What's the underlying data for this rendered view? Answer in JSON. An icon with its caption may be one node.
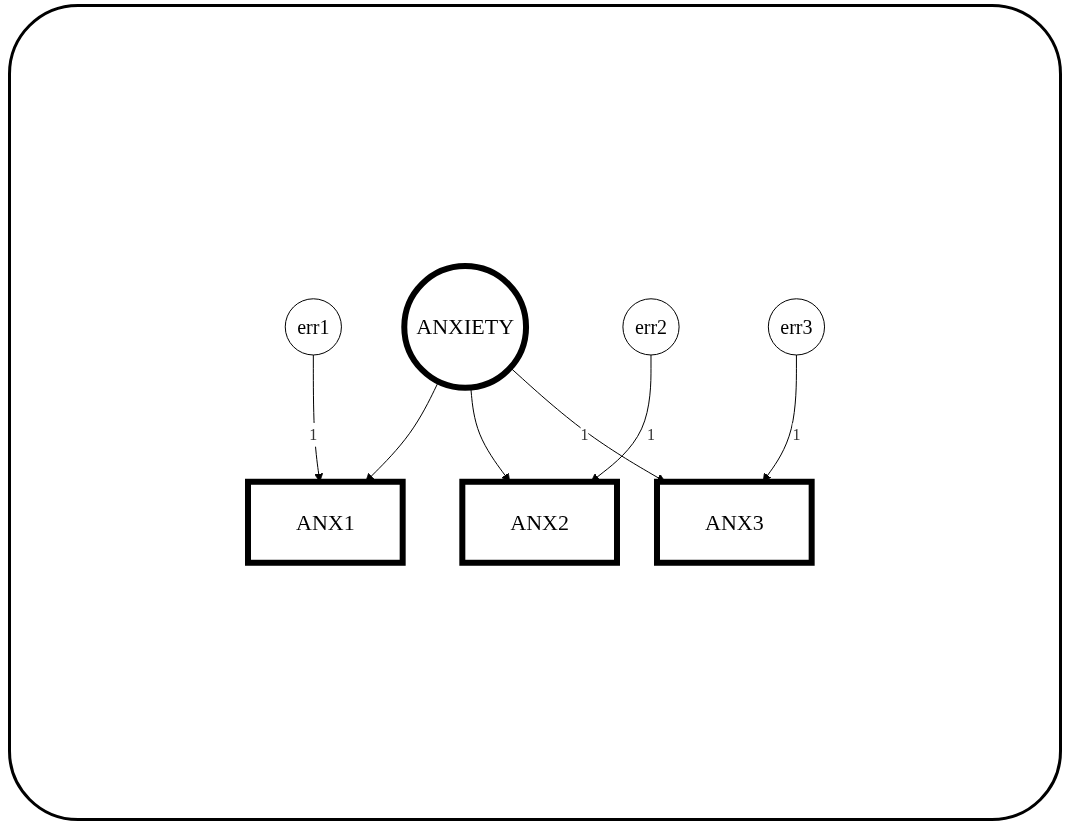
{
  "diagram": {
    "nodes": [
      {
        "text": [
          "ANXIETY"
        ]
      },
      {
        "text": [
          "ANX1"
        ]
      },
      {
        "text": [
          "ANX2"
        ]
      },
      {
        "text": [
          "ANX3"
        ]
      },
      {
        "text": [
          "err1"
        ]
      },
      {
        "text": [
          "err2"
        ]
      },
      {
        "text": [
          "err3"
        ]
      }
    ],
    "edges": [
      {
        "from": 0,
        "to": 1,
        "arrow": "to"
      },
      {
        "from": 0,
        "to": 2,
        "arrow": "to"
      },
      {
        "from": 0,
        "to": 3,
        "arrow": "to",
        "label": "1"
      },
      {
        "from": 4,
        "to": 1,
        "arrow": "to",
        "label": "1"
      },
      {
        "from": 5,
        "to": 2,
        "arrow": "to",
        "label": "1"
      },
      {
        "from": 6,
        "to": 3,
        "arrow": "to",
        "label": "1"
      }
    ]
  }
}
